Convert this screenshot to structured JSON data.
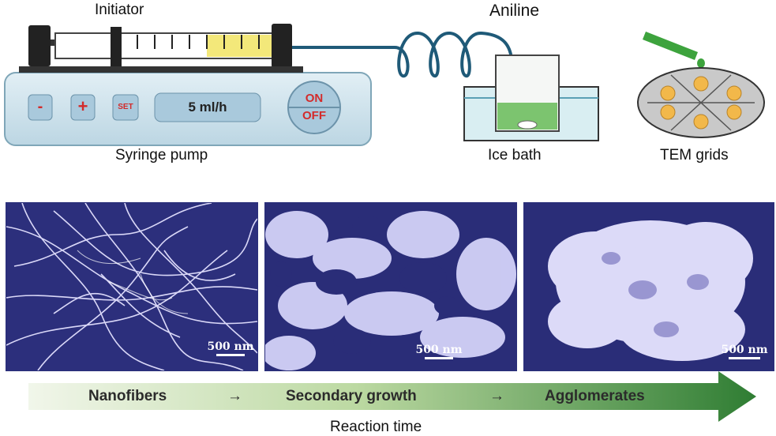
{
  "top": {
    "initiator_label": "Initiator",
    "aniline_label": "Aniline",
    "syringe_pump_label": "Syringe pump",
    "ice_bath_label": "Ice bath",
    "tem_grids_label": "TEM grids",
    "pump": {
      "minus": "-",
      "plus": "+",
      "set": "SET",
      "rate": "5 ml/h",
      "on": "ON",
      "off": "OFF"
    }
  },
  "panels": [
    {
      "scale": "500 nm",
      "morphology": "Nanofibers"
    },
    {
      "scale": "500 nm",
      "morphology": "Secondary growth"
    },
    {
      "scale": "500 nm",
      "morphology": "Agglomerates"
    }
  ],
  "arrow": {
    "stage1": "Nanofibers",
    "sep1": "→",
    "stage2": "Secondary growth",
    "sep2": "→",
    "stage3": "Agglomerates",
    "caption": "Reaction time"
  },
  "colors": {
    "pump_body": "#cfe3ee",
    "syringe_liquid": "#f3e87a",
    "beaker_liquid": "#7cc46f",
    "ice_water": "#d9eef2",
    "tube": "#1f5a78",
    "dropper": "#3da33d",
    "tem_disc": "#c9c9c9",
    "tem_spot": "#f2b84a",
    "sem_background": "#2b2e7a",
    "sem_feature": "#e8e6ff",
    "arrow_start": "#eef5e6",
    "arrow_end": "#2e7d32"
  }
}
